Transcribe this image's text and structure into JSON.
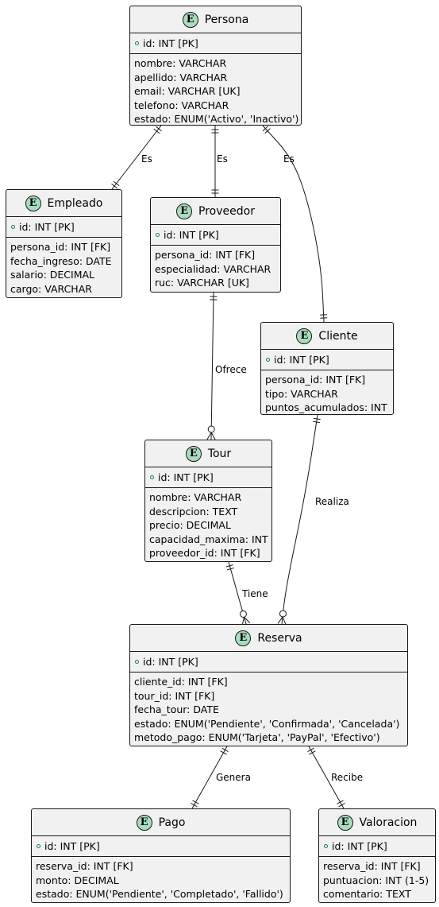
{
  "entities": [
    {
      "key": "persona",
      "name": "Persona",
      "badge": "E",
      "pk": "id: INT [PK]",
      "fields": [
        "nombre: VARCHAR",
        "apellido: VARCHAR",
        "email: VARCHAR [UK]",
        "telefono: VARCHAR",
        "estado: ENUM('Activo', 'Inactivo')"
      ]
    },
    {
      "key": "empleado",
      "name": "Empleado",
      "badge": "E",
      "pk": "id: INT [PK]",
      "fields": [
        "persona_id: INT [FK]",
        "fecha_ingreso: DATE",
        "salario: DECIMAL",
        "cargo: VARCHAR"
      ]
    },
    {
      "key": "proveedor",
      "name": "Proveedor",
      "badge": "E",
      "pk": "id: INT [PK]",
      "fields": [
        "persona_id: INT [FK]",
        "especialidad: VARCHAR",
        "ruc: VARCHAR [UK]"
      ]
    },
    {
      "key": "cliente",
      "name": "Cliente",
      "badge": "E",
      "pk": "id: INT [PK]",
      "fields": [
        "persona_id: INT [FK]",
        "tipo: VARCHAR",
        "puntos_acumulados: INT"
      ]
    },
    {
      "key": "tour",
      "name": "Tour",
      "badge": "E",
      "pk": "id: INT [PK]",
      "fields": [
        "nombre: VARCHAR",
        "descripcion: TEXT",
        "precio: DECIMAL",
        "capacidad_maxima: INT",
        "proveedor_id: INT [FK]"
      ]
    },
    {
      "key": "reserva",
      "name": "Reserva",
      "badge": "E",
      "pk": "id: INT [PK]",
      "fields": [
        "cliente_id: INT [FK]",
        "tour_id: INT [FK]",
        "fecha_tour: DATE",
        "estado: ENUM('Pendiente', 'Confirmada', 'Cancelada')",
        "metodo_pago: ENUM('Tarjeta', 'PayPal', 'Efectivo')"
      ]
    },
    {
      "key": "pago",
      "name": "Pago",
      "badge": "E",
      "pk": "id: INT [PK]",
      "fields": [
        "reserva_id: INT [FK]",
        "monto: DECIMAL",
        "estado: ENUM('Pendiente', 'Completado', 'Fallido')"
      ]
    },
    {
      "key": "valoracion",
      "name": "Valoracion",
      "badge": "E",
      "pk": "id: INT [PK]",
      "fields": [
        "reserva_id: INT [FK]",
        "puntuacion: INT (1-5)",
        "comentario: TEXT"
      ]
    }
  ],
  "relations": [
    {
      "key": "persona-empleado",
      "label": "Es",
      "from": "persona",
      "to": "empleado",
      "from_card": "one",
      "to_card": "one"
    },
    {
      "key": "persona-proveedor",
      "label": "Es",
      "from": "persona",
      "to": "proveedor",
      "from_card": "one",
      "to_card": "one"
    },
    {
      "key": "persona-cliente",
      "label": "Es",
      "from": "persona",
      "to": "cliente",
      "from_card": "one",
      "to_card": "one"
    },
    {
      "key": "proveedor-tour",
      "label": "Ofrece",
      "from": "proveedor",
      "to": "tour",
      "from_card": "one",
      "to_card": "zero-or-many"
    },
    {
      "key": "cliente-reserva",
      "label": "Realiza",
      "from": "cliente",
      "to": "reserva",
      "from_card": "one",
      "to_card": "zero-or-many"
    },
    {
      "key": "tour-reserva",
      "label": "Tiene",
      "from": "tour",
      "to": "reserva",
      "from_card": "one",
      "to_card": "zero-or-many"
    },
    {
      "key": "reserva-pago",
      "label": "Genera",
      "from": "reserva",
      "to": "pago",
      "from_card": "one",
      "to_card": "one"
    },
    {
      "key": "reserva-valoracion",
      "label": "Recibe",
      "from": "reserva",
      "to": "valoracion",
      "from_card": "one",
      "to_card": "one"
    }
  ],
  "colors": {
    "entity_fill": "#f1f1f1",
    "badge_fill": "#a9dcbf",
    "line": "#181818",
    "pk_marker": "#1e7d56"
  }
}
